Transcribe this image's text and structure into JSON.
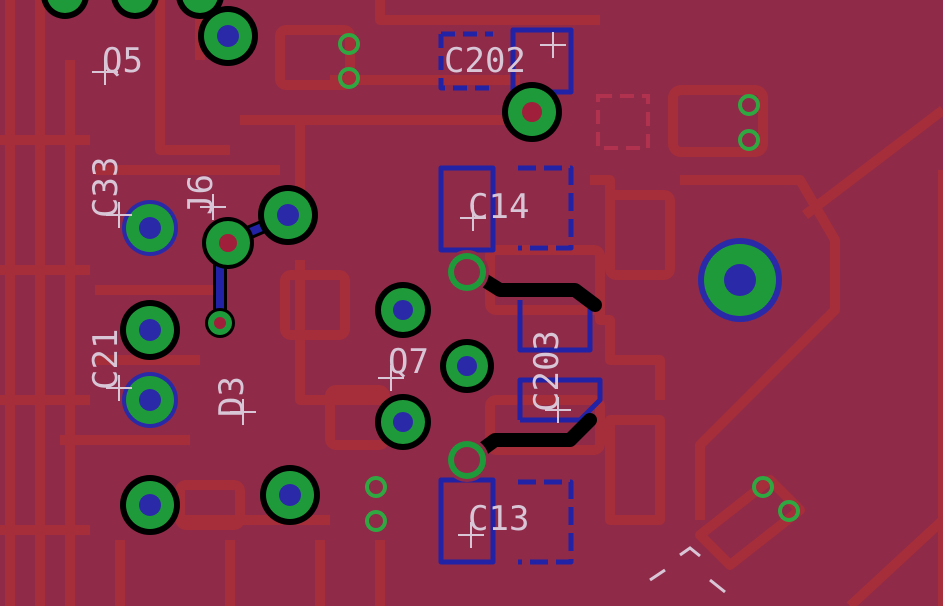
{
  "colors": {
    "copper_fill": "#8f2a48",
    "copper_trace": "#9a2630",
    "gap": "#b0324e",
    "bottom_copper": "#2222a6",
    "pad_green": "#1f9a3a",
    "drill": "#2a2aa8",
    "keepout": "#000000",
    "silkscreen": "#d8c6d6"
  },
  "labels": {
    "q5": "Q5",
    "c202": "C202",
    "c33": "C33",
    "j6": "J6",
    "c14": "C14",
    "c21": "C21",
    "d3": "D3",
    "q7": "Q7",
    "c203": "C203",
    "c13": "C13"
  }
}
